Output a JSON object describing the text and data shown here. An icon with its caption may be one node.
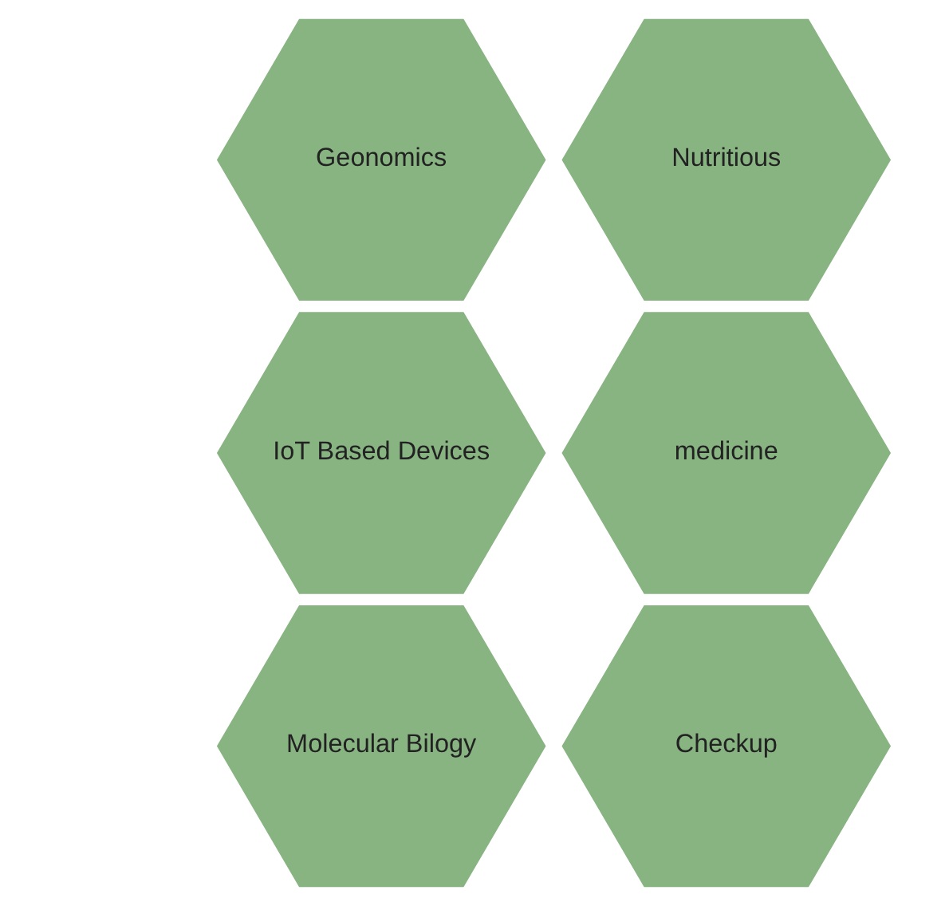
{
  "diagram": {
    "nodes": [
      {
        "text": [
          "Geonomics"
        ]
      },
      {
        "text": [
          "Nutritious"
        ]
      },
      {
        "text": [
          "IoT Based Devices"
        ]
      },
      {
        "text": [
          "medicine"
        ]
      },
      {
        "text": [
          "Molecular Bilogy"
        ]
      },
      {
        "text": [
          "Checkup"
        ]
      }
    ]
  }
}
